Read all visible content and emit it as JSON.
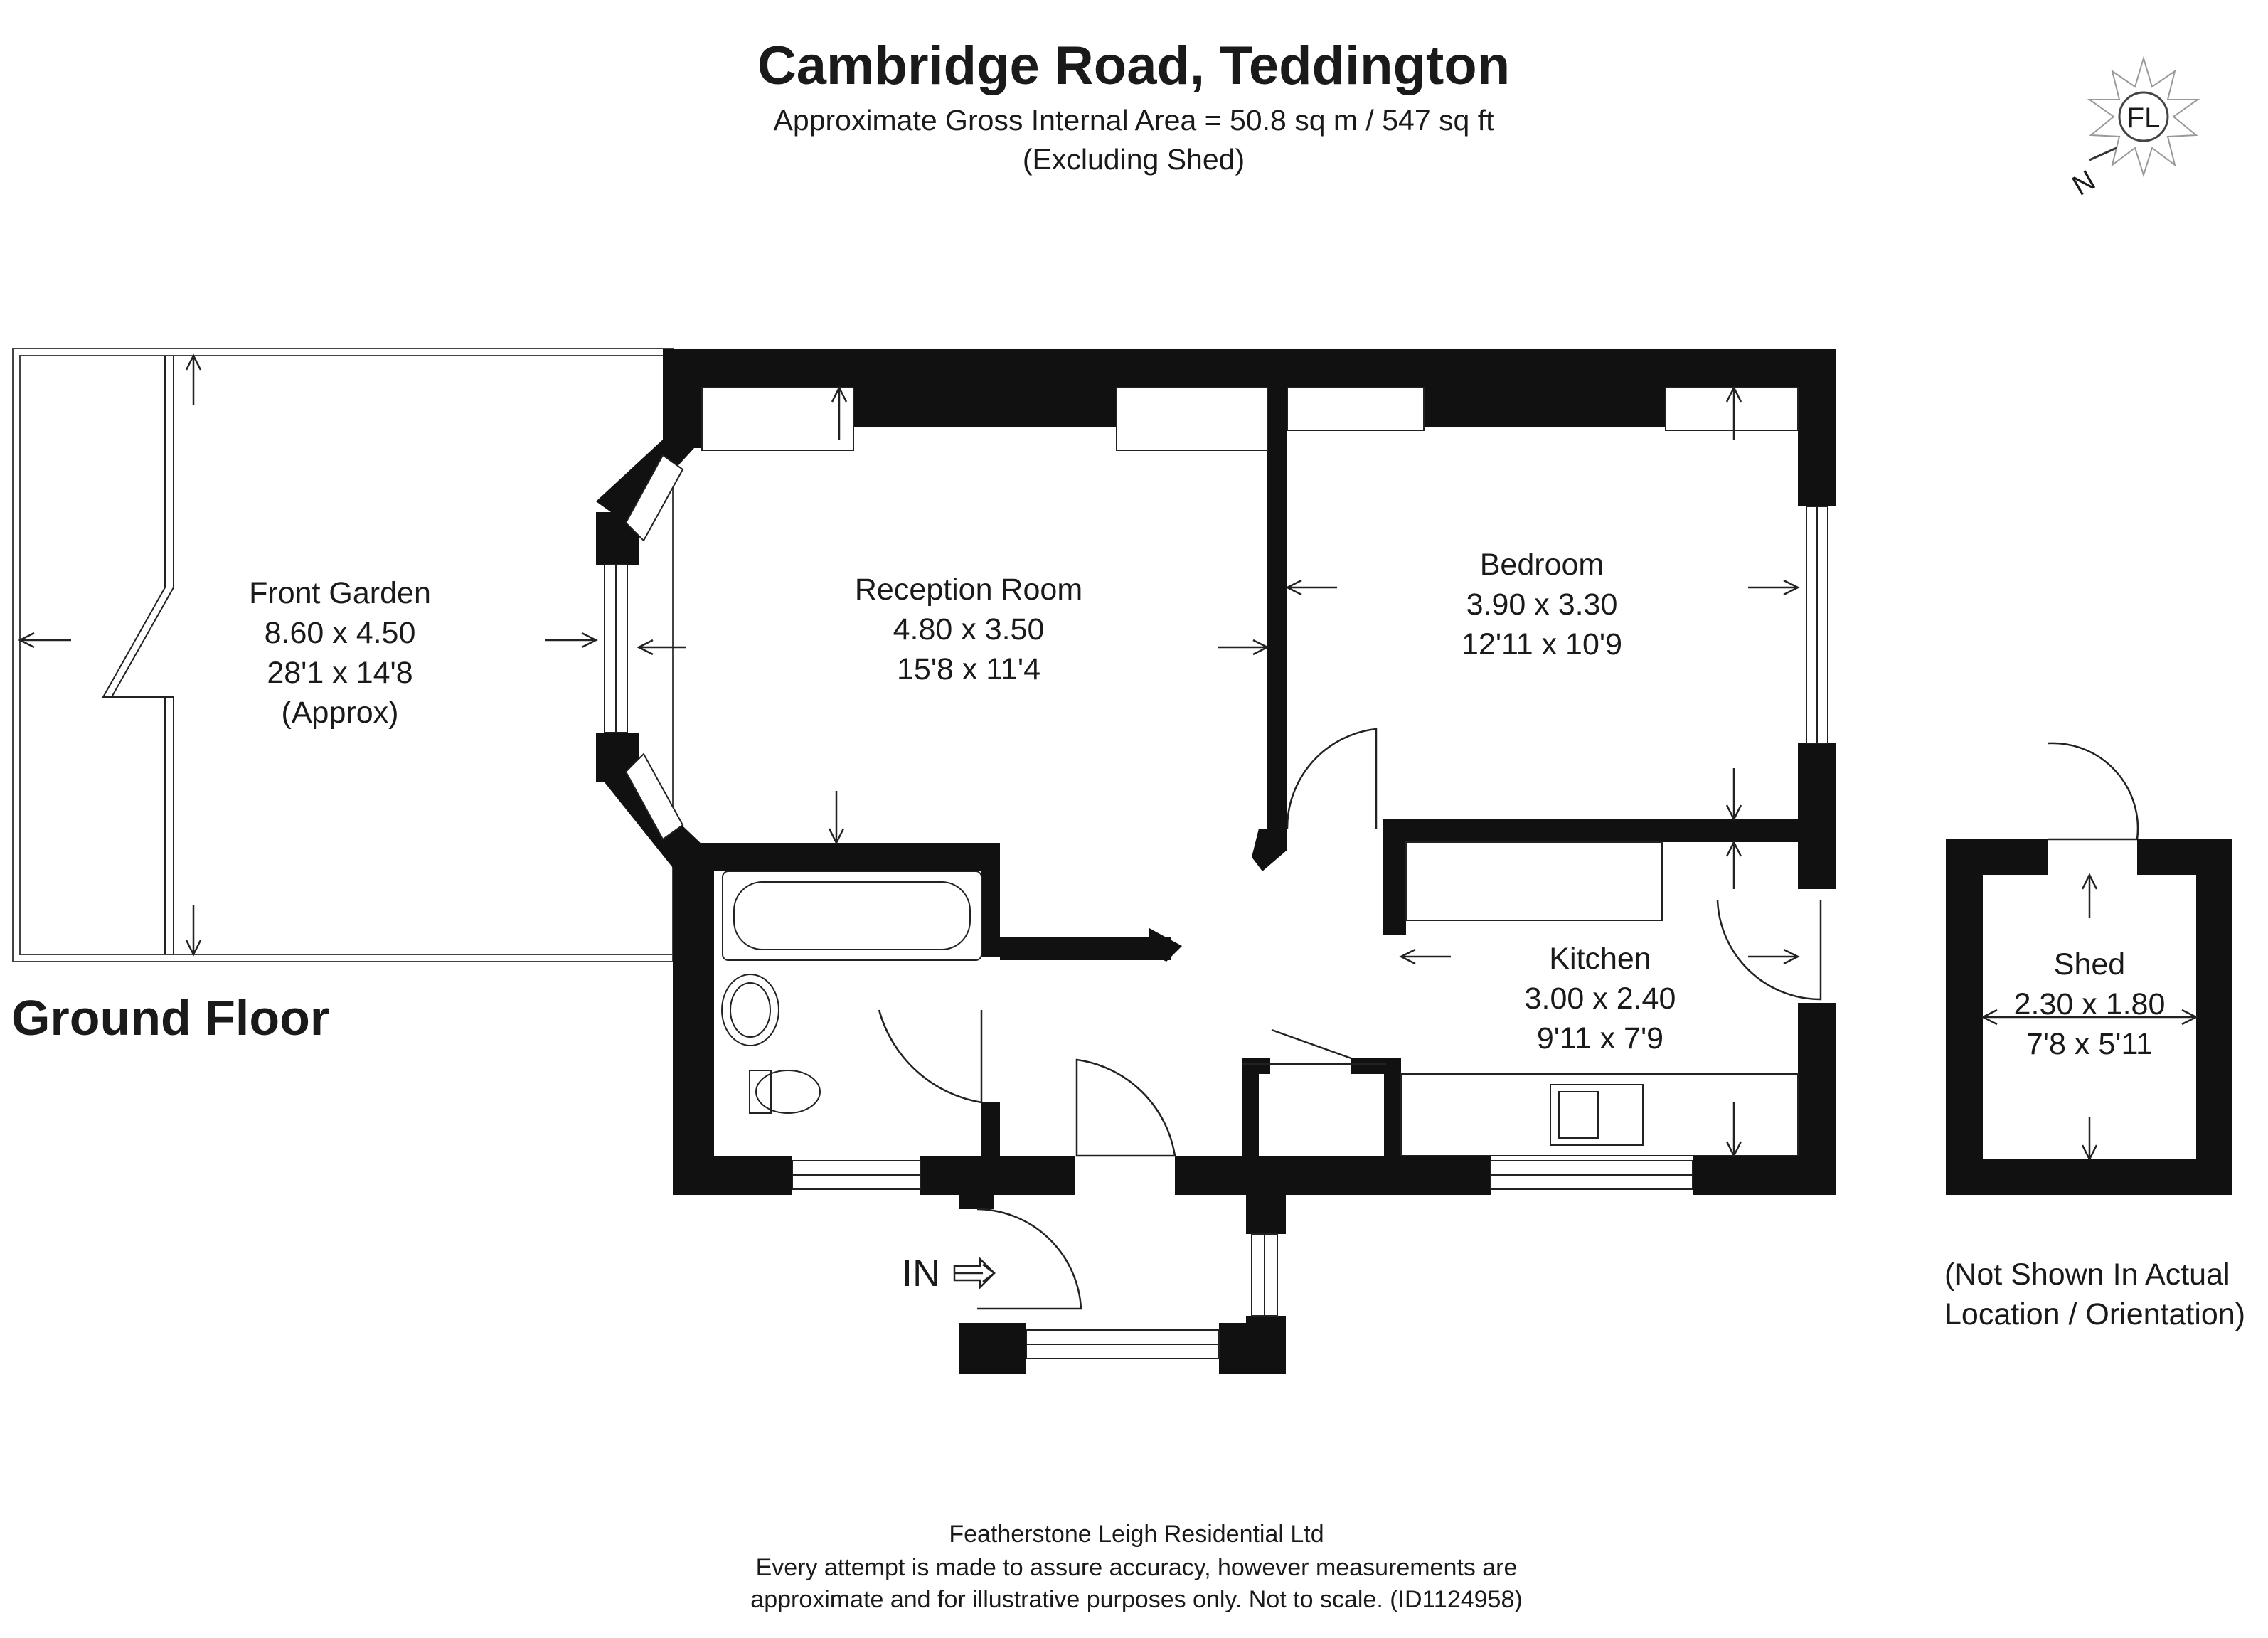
{
  "header": {
    "title": "Cambridge Road, Teddington",
    "area": "Approximate Gross Internal Area = 50.8 sq m / 547 sq ft",
    "note": "(Excluding Shed)"
  },
  "logo": {
    "text": "FL",
    "north": "N"
  },
  "floor_label": "Ground Floor",
  "rooms": {
    "garden": {
      "name": "Front Garden",
      "metric": "8.60 x 4.50",
      "imperial": "28'1 x 14'8",
      "extra": "(Approx)"
    },
    "reception": {
      "name": "Reception Room",
      "metric": "4.80 x 3.50",
      "imperial": "15'8 x 11'4"
    },
    "bedroom": {
      "name": "Bedroom",
      "metric": "3.90 x 3.30",
      "imperial": "12'11 x 10'9"
    },
    "kitchen": {
      "name": "Kitchen",
      "metric": "3.00 x 2.40",
      "imperial": "9'11 x 7'9"
    },
    "shed": {
      "name": "Shed",
      "metric": "2.30 x 1.80",
      "imperial": "7'8 x 5'11"
    }
  },
  "entrance_label": "IN",
  "shed_note": {
    "line1": "(Not Shown In Actual",
    "line2": "Location / Orientation)"
  },
  "footer": {
    "company": "Featherstone Leigh Residential Ltd",
    "line1": "Every attempt is made to assure accuracy, however measurements are",
    "line2": "approximate and for illustrative purposes only. Not to scale. (ID1124958)"
  },
  "colors": {
    "wall": "#111111",
    "background": "#ffffff"
  }
}
